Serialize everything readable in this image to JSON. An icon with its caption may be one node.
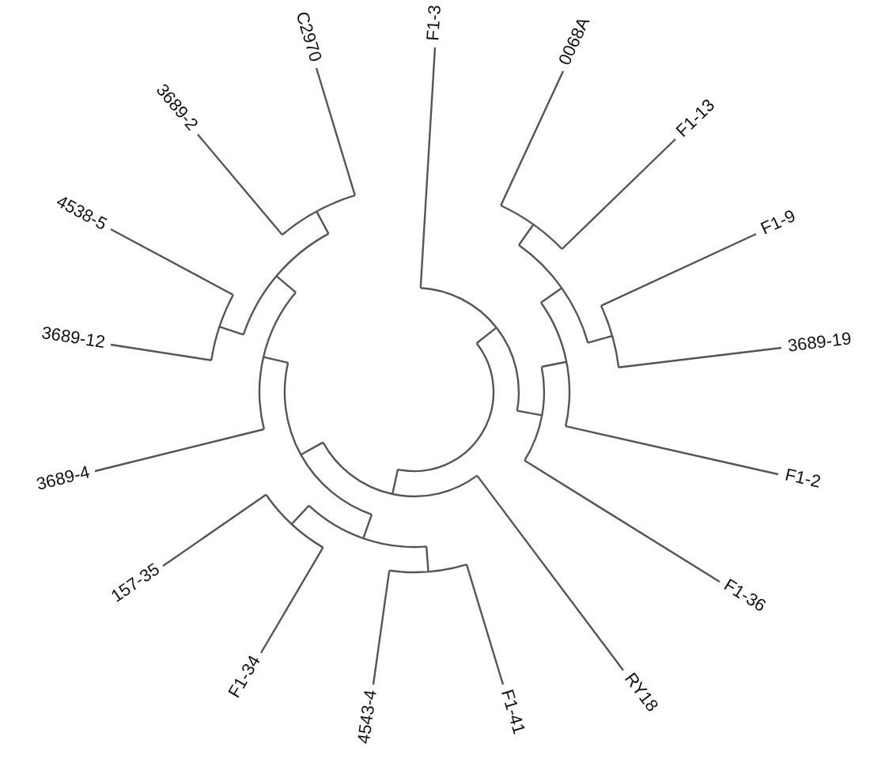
{
  "diagram": {
    "labels": [
      "F1-3",
      "0068A",
      "F1-13",
      "F1-9",
      "3689-19",
      "F1-2",
      "F1-36",
      "RY18",
      "F1-41",
      "4543-4",
      "F1-34",
      "157-35",
      "3689-4",
      "3689-12",
      "4538-5",
      "3689-2",
      "C2970"
    ]
  }
}
